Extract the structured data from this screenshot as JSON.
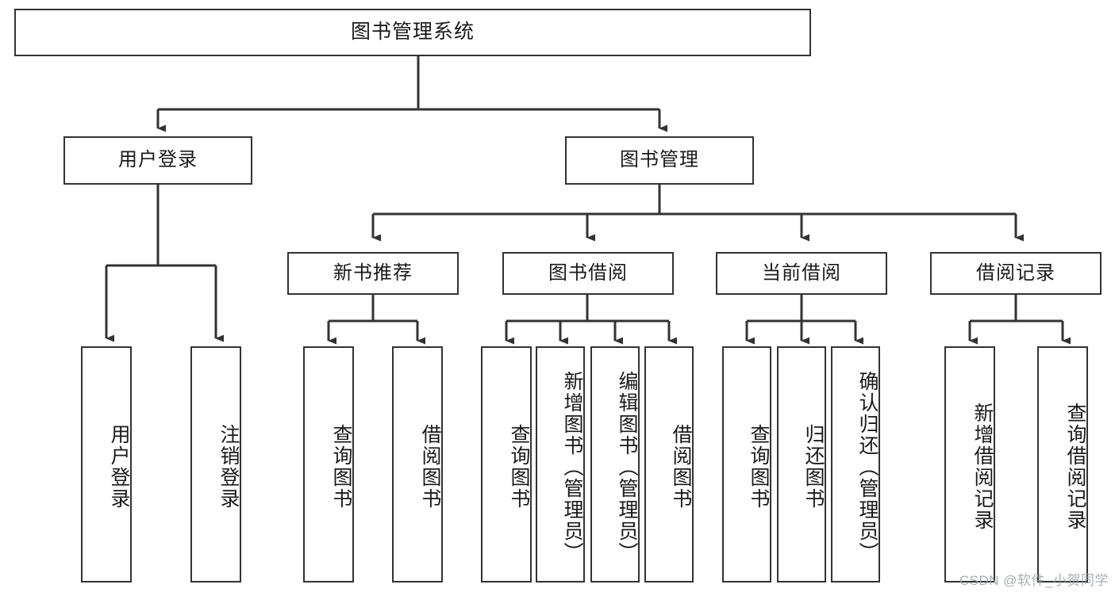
{
  "diagram": {
    "title": "图书管理系统",
    "type": "tree-hierarchy-chart",
    "watermark": "CSDN @软件_小贺同学",
    "colors": {
      "box_border": "#333333",
      "box_fill": "#ffffff",
      "connector": "#333333",
      "text": "#1a1a1a",
      "watermark_text": "#9aa0a6"
    },
    "root": {
      "label": "图书管理系统",
      "orientation": "horizontal"
    },
    "level2": [
      {
        "label": "用户登录",
        "orientation": "horizontal"
      },
      {
        "label": "图书管理",
        "orientation": "horizontal"
      }
    ],
    "level3": [
      {
        "label": "新书推荐",
        "orientation": "horizontal"
      },
      {
        "label": "图书借阅",
        "orientation": "horizontal"
      },
      {
        "label": "当前借阅",
        "orientation": "horizontal"
      },
      {
        "label": "借阅记录",
        "orientation": "horizontal"
      }
    ],
    "leaves": {
      "user_login": [
        {
          "label": "用户登录",
          "orientation": "vertical"
        },
        {
          "label": "注销登录",
          "orientation": "vertical"
        }
      ],
      "new_book_recommend": [
        {
          "label": "查询图书",
          "orientation": "vertical"
        },
        {
          "label": "借阅图书",
          "orientation": "vertical"
        }
      ],
      "book_borrow": [
        {
          "label": "查询图书",
          "orientation": "vertical"
        },
        {
          "label": "新增图书（管理员）",
          "orientation": "vertical"
        },
        {
          "label": "编辑图书（管理员）",
          "orientation": "vertical"
        },
        {
          "label": "借阅图书",
          "orientation": "vertical"
        }
      ],
      "current_borrow": [
        {
          "label": "查询图书",
          "orientation": "vertical"
        },
        {
          "label": "归还图书",
          "orientation": "vertical"
        },
        {
          "label": "确认归还（管理员）",
          "orientation": "vertical"
        }
      ],
      "borrow_record": [
        {
          "label": "新增借阅记录",
          "orientation": "vertical"
        },
        {
          "label": "查询借阅记录",
          "orientation": "vertical"
        }
      ]
    }
  }
}
